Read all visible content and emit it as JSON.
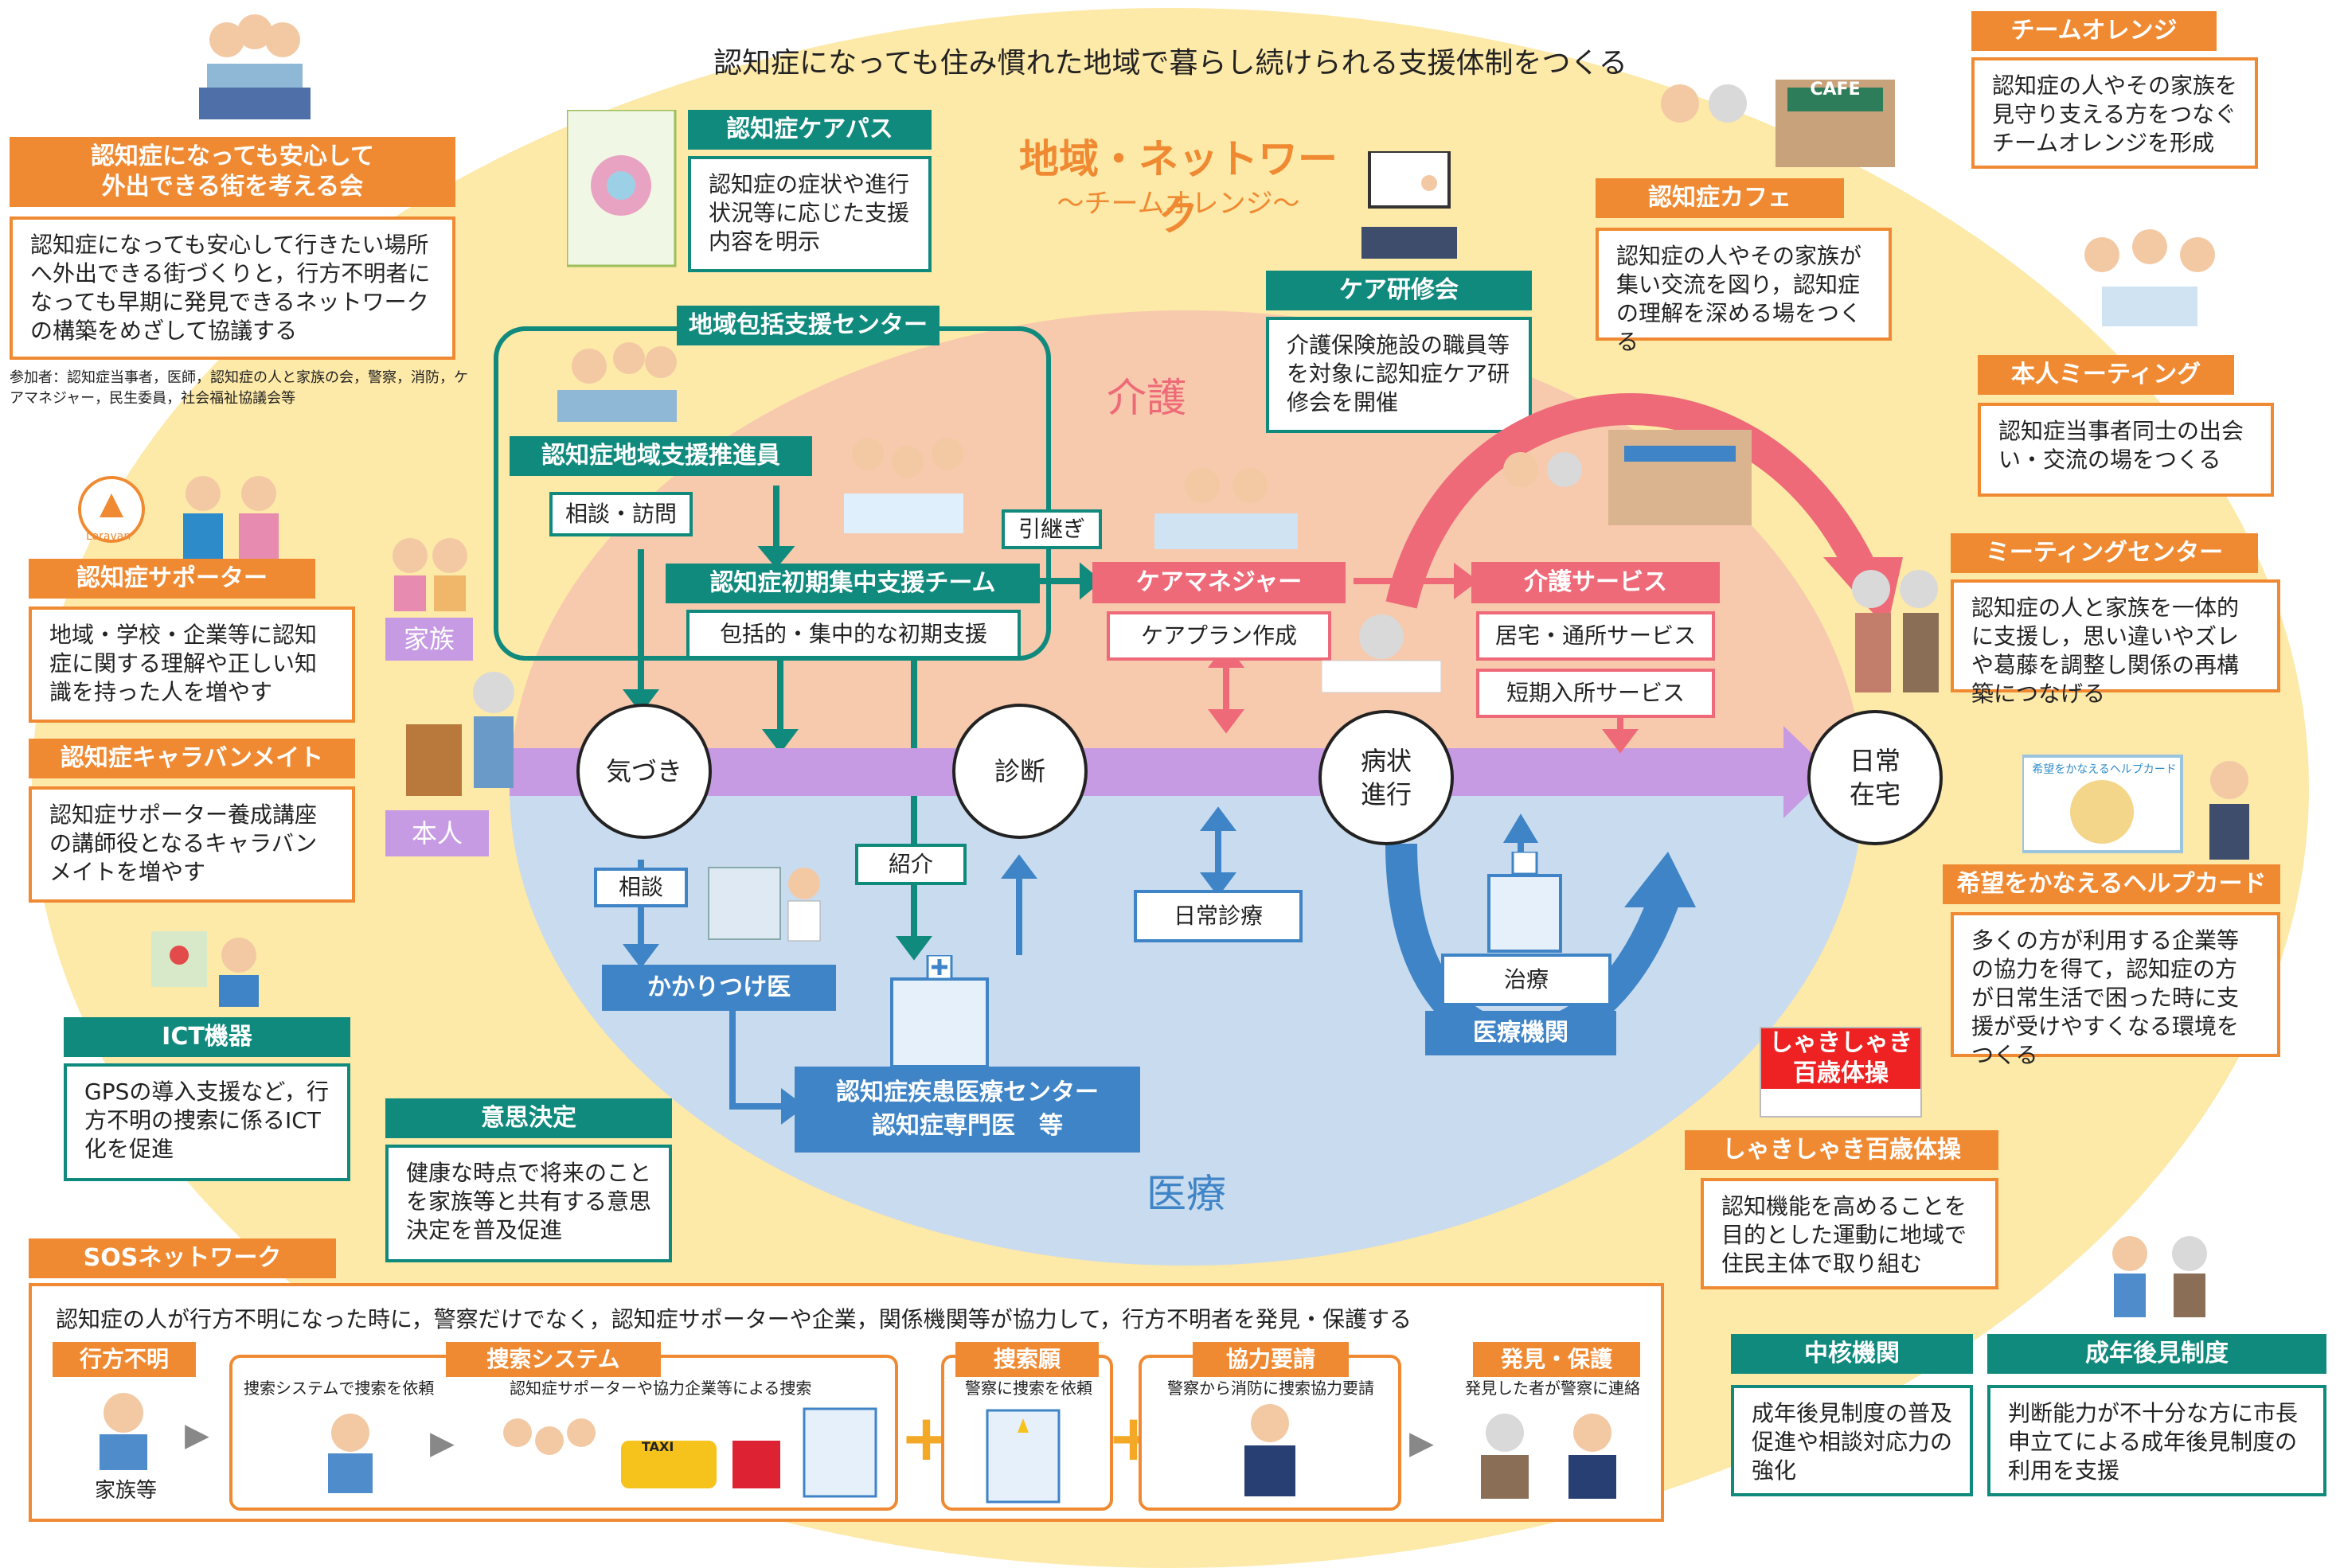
{
  "headline": "認知症になっても住み慣れた地域で暮らし続けられる支援体制をつくる",
  "network": {
    "title": "地域・ネットワーク",
    "subtitle": "～チームオレンジ～"
  },
  "zones": {
    "care": "介護",
    "medical": "医療"
  },
  "left": {
    "outing": {
      "title": "認知症になっても安心して\n外出できる街を考える会",
      "body": "認知症になっても安心して行きたい場所へ外出できる街づくりと，行方不明者になっても早期に発見できるネットワークの構築をめざして協議する",
      "participants": "参加者：認知症当事者，医師，認知症の人と家族の会，警察，消防，ケアマネジャー，民生委員，社会福祉協議会等"
    },
    "supporter": {
      "title": "認知症サポーター",
      "body": "地域・学校・企業等に認知症に関する理解や正しい知識を持った人を増やす"
    },
    "caravan": {
      "title": "認知症キャラバンメイト",
      "body": "認知症サポーター養成講座の講師役となるキャラバンメイトを増やす"
    },
    "ict": {
      "title": "ICT機器",
      "body": "GPSの導入支援など，行方不明の捜索に係るICT化を促進"
    },
    "decision": {
      "title": "意思決定",
      "body": "健康な時点で将来のことを家族等と共有する意思決定を普及促進"
    },
    "logo_text": "Loravan"
  },
  "center": {
    "carepath": {
      "title": "認知症ケアパス",
      "body": "認知症の症状や進行状況等に応じた支援内容を明示"
    },
    "training": {
      "title": "ケア研修会",
      "body": "介護保険施設の職員等を対象に認知症ケア研修会を開催"
    },
    "houkatsu": "地域包括支援センター",
    "promoter": "認知症地域支援推進員",
    "consult_visit": "相談・訪問",
    "early_team": "認知症初期集中支援チーム",
    "early_support": "包括的・集中的な初期支援",
    "handover": "引継ぎ",
    "caremanager": "ケアマネジャー",
    "careplan": "ケアプラン作成",
    "kaigo_service": "介護サービス",
    "home_service": "居宅・通所サービス",
    "short_stay": "短期入所サービス",
    "family": "家族",
    "person": "本人",
    "stage_awareness": "気づき",
    "stage_diagnosis": "診断",
    "stage_progress": "病状\n進行",
    "stage_home": "日常\n在宅",
    "consult": "相談",
    "referral": "紹介",
    "kakaritsuke": "かかりつけ医",
    "daily_care": "日常診療",
    "treatment": "治療",
    "medical_inst": "医療機関",
    "specialist": "認知症疾患医療センター\n認知症専門医　等"
  },
  "right": {
    "team_orange": {
      "title": "チームオレンジ",
      "body": "認知症の人やその家族を見守り支える方をつなぐチームオレンジを形成"
    },
    "cafe": {
      "title": "認知症カフェ",
      "body": "認知症の人やその家族が集い交流を図り，認知症の理解を深める場をつくる",
      "sign": "CAFE"
    },
    "meeting": {
      "title": "本人ミーティング",
      "body": "認知症当事者同士の出会い・交流の場をつくる"
    },
    "meeting_center": {
      "title": "ミーティングセンター",
      "body": "認知症の人と家族を一体的に支援し，思い違いやズレや葛藤を調整し関係の再構築につなげる"
    },
    "help_card": {
      "title": "希望をかなえるヘルプカード",
      "body": "多くの方が利用する企業等の協力を得て，認知症の方が日常生活で困った時に支援が受けやすくなる環境をつくる",
      "card_text": "希望をかなえるヘルプカード"
    },
    "shaki": {
      "title": "しゃきしゃき百歳体操",
      "body": "認知機能を高めることを目的とした運動に地域で住民主体で取り組む",
      "poster_line1": "しゃきしゃき",
      "poster_line2": "百歳体操"
    },
    "core": {
      "title": "中核機関",
      "body": "成年後見制度の普及促進や相談対応力の強化"
    },
    "guardian": {
      "title": "成年後見制度",
      "body": "判断能力が不十分な方に市長申立てによる成年後見制度の利用を支援"
    }
  },
  "sos": {
    "title": "SOSネットワーク",
    "desc": "認知症の人が行方不明になった時に，警察だけでなく，認知症サポーターや企業，関係機関等が協力して，行方不明者を発見・保護する",
    "steps": [
      {
        "title": "行方不明",
        "caption": "家族等"
      },
      {
        "title": "捜索システム",
        "caption1": "捜索システムで捜索を依頼",
        "caption2": "認知症サポーターや協力企業等による捜索"
      },
      {
        "title": "捜索願",
        "caption": "警察に捜索を依頼"
      },
      {
        "title": "協力要請",
        "caption": "警察から消防に捜索協力要請"
      },
      {
        "title": "発見・保護",
        "caption": "発見した者が警察に連絡"
      }
    ],
    "taxi": "TAXI"
  },
  "colors": {
    "orange": "#f08a32",
    "teal": "#118a7e",
    "pink": "#ee6a78",
    "blue": "#3f84c6",
    "purple": "#c79be4"
  }
}
